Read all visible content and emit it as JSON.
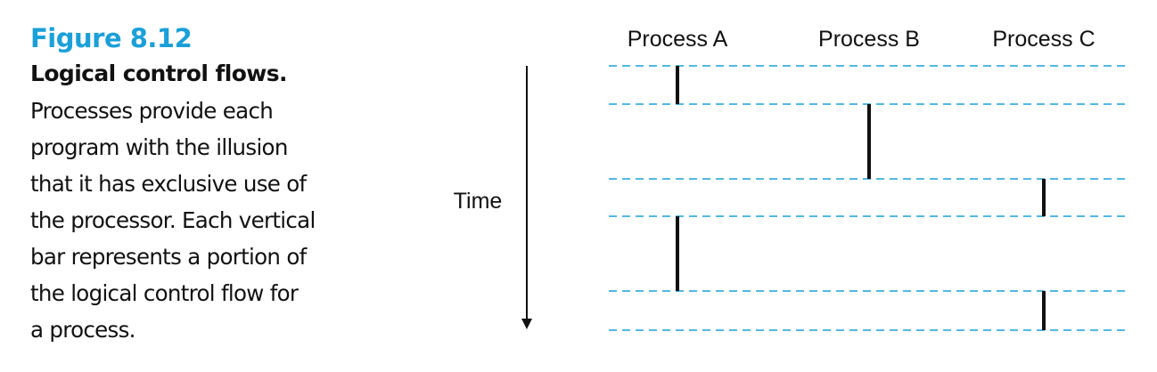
{
  "caption": {
    "figure_label": "Figure 8.12",
    "heading": "Logical control flows.",
    "body": "Processes provide each\nprogram with the illusion\nthat it has exclusive use of\nthe processor. Each vertical\nbar represents a portion of\nthe logical control flow for\na process.",
    "figure_label_color": "#1aa0d8"
  },
  "diagram": {
    "time_label": "Time",
    "processes": [
      "Process A",
      "Process B",
      "Process C"
    ],
    "time_slices": [
      {
        "process": "Process A",
        "start": 0,
        "end": 1
      },
      {
        "process": "Process B",
        "start": 1,
        "end": 3
      },
      {
        "process": "Process C",
        "start": 3,
        "end": 4
      },
      {
        "process": "Process A",
        "start": 4,
        "end": 6
      },
      {
        "process": "Process C",
        "start": 6,
        "end": 7
      }
    ],
    "boundaries": [
      0,
      1,
      3,
      4,
      6,
      7
    ],
    "dashed_line_color": "#1aa0d8",
    "bar_color": "#111111"
  }
}
